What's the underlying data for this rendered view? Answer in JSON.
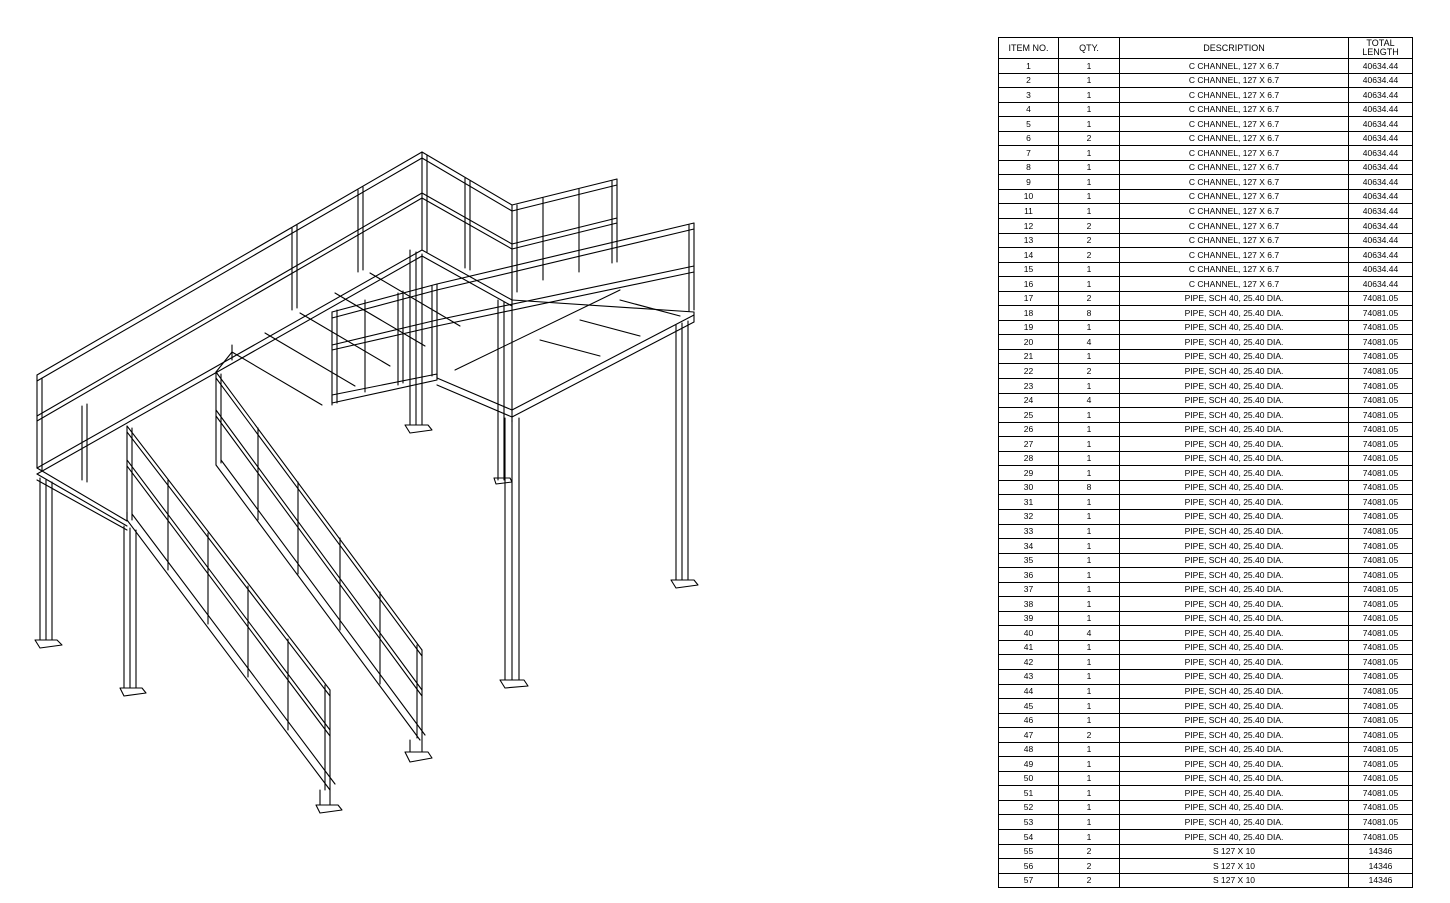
{
  "bom": {
    "headers": {
      "item_no": "ITEM NO.",
      "qty": "QTY.",
      "description": "DESCRIPTION",
      "total_length": "TOTAL LENGTH"
    },
    "rows": [
      [
        "1",
        "1",
        "C CHANNEL, 127 X 6.7",
        "40634.44"
      ],
      [
        "2",
        "1",
        "C CHANNEL, 127 X 6.7",
        "40634.44"
      ],
      [
        "3",
        "1",
        "C CHANNEL, 127 X 6.7",
        "40634.44"
      ],
      [
        "4",
        "1",
        "C CHANNEL, 127 X 6.7",
        "40634.44"
      ],
      [
        "5",
        "1",
        "C CHANNEL, 127 X 6.7",
        "40634.44"
      ],
      [
        "6",
        "2",
        "C CHANNEL, 127 X 6.7",
        "40634.44"
      ],
      [
        "7",
        "1",
        "C CHANNEL, 127 X 6.7",
        "40634.44"
      ],
      [
        "8",
        "1",
        "C CHANNEL, 127 X 6.7",
        "40634.44"
      ],
      [
        "9",
        "1",
        "C CHANNEL, 127 X 6.7",
        "40634.44"
      ],
      [
        "10",
        "1",
        "C CHANNEL, 127 X 6.7",
        "40634.44"
      ],
      [
        "11",
        "1",
        "C CHANNEL, 127 X 6.7",
        "40634.44"
      ],
      [
        "12",
        "2",
        "C CHANNEL, 127 X 6.7",
        "40634.44"
      ],
      [
        "13",
        "2",
        "C CHANNEL, 127 X 6.7",
        "40634.44"
      ],
      [
        "14",
        "2",
        "C CHANNEL, 127 X 6.7",
        "40634.44"
      ],
      [
        "15",
        "1",
        "C CHANNEL, 127 X 6.7",
        "40634.44"
      ],
      [
        "16",
        "1",
        "C CHANNEL, 127 X 6.7",
        "40634.44"
      ],
      [
        "17",
        "2",
        "PIPE, SCH 40, 25.40 DIA.",
        "74081.05"
      ],
      [
        "18",
        "8",
        "PIPE, SCH 40, 25.40 DIA.",
        "74081.05"
      ],
      [
        "19",
        "1",
        "PIPE, SCH 40, 25.40 DIA.",
        "74081.05"
      ],
      [
        "20",
        "4",
        "PIPE, SCH 40, 25.40 DIA.",
        "74081.05"
      ],
      [
        "21",
        "1",
        "PIPE, SCH 40, 25.40 DIA.",
        "74081.05"
      ],
      [
        "22",
        "2",
        "PIPE, SCH 40, 25.40 DIA.",
        "74081.05"
      ],
      [
        "23",
        "1",
        "PIPE, SCH 40, 25.40 DIA.",
        "74081.05"
      ],
      [
        "24",
        "4",
        "PIPE, SCH 40, 25.40 DIA.",
        "74081.05"
      ],
      [
        "25",
        "1",
        "PIPE, SCH 40, 25.40 DIA.",
        "74081.05"
      ],
      [
        "26",
        "1",
        "PIPE, SCH 40, 25.40 DIA.",
        "74081.05"
      ],
      [
        "27",
        "1",
        "PIPE, SCH 40, 25.40 DIA.",
        "74081.05"
      ],
      [
        "28",
        "1",
        "PIPE, SCH 40, 25.40 DIA.",
        "74081.05"
      ],
      [
        "29",
        "1",
        "PIPE, SCH 40, 25.40 DIA.",
        "74081.05"
      ],
      [
        "30",
        "8",
        "PIPE, SCH 40, 25.40 DIA.",
        "74081.05"
      ],
      [
        "31",
        "1",
        "PIPE, SCH 40, 25.40 DIA.",
        "74081.05"
      ],
      [
        "32",
        "1",
        "PIPE, SCH 40, 25.40 DIA.",
        "74081.05"
      ],
      [
        "33",
        "1",
        "PIPE, SCH 40, 25.40 DIA.",
        "74081.05"
      ],
      [
        "34",
        "1",
        "PIPE, SCH 40, 25.40 DIA.",
        "74081.05"
      ],
      [
        "35",
        "1",
        "PIPE, SCH 40, 25.40 DIA.",
        "74081.05"
      ],
      [
        "36",
        "1",
        "PIPE, SCH 40, 25.40 DIA.",
        "74081.05"
      ],
      [
        "37",
        "1",
        "PIPE, SCH 40, 25.40 DIA.",
        "74081.05"
      ],
      [
        "38",
        "1",
        "PIPE, SCH 40, 25.40 DIA.",
        "74081.05"
      ],
      [
        "39",
        "1",
        "PIPE, SCH 40, 25.40 DIA.",
        "74081.05"
      ],
      [
        "40",
        "4",
        "PIPE, SCH 40, 25.40 DIA.",
        "74081.05"
      ],
      [
        "41",
        "1",
        "PIPE, SCH 40, 25.40 DIA.",
        "74081.05"
      ],
      [
        "42",
        "1",
        "PIPE, SCH 40, 25.40 DIA.",
        "74081.05"
      ],
      [
        "43",
        "1",
        "PIPE, SCH 40, 25.40 DIA.",
        "74081.05"
      ],
      [
        "44",
        "1",
        "PIPE, SCH 40, 25.40 DIA.",
        "74081.05"
      ],
      [
        "45",
        "1",
        "PIPE, SCH 40, 25.40 DIA.",
        "74081.05"
      ],
      [
        "46",
        "1",
        "PIPE, SCH 40, 25.40 DIA.",
        "74081.05"
      ],
      [
        "47",
        "2",
        "PIPE, SCH 40, 25.40 DIA.",
        "74081.05"
      ],
      [
        "48",
        "1",
        "PIPE, SCH 40, 25.40 DIA.",
        "74081.05"
      ],
      [
        "49",
        "1",
        "PIPE, SCH 40, 25.40 DIA.",
        "74081.05"
      ],
      [
        "50",
        "1",
        "PIPE, SCH 40, 25.40 DIA.",
        "74081.05"
      ],
      [
        "51",
        "1",
        "PIPE, SCH 40, 25.40 DIA.",
        "74081.05"
      ],
      [
        "52",
        "1",
        "PIPE, SCH 40, 25.40 DIA.",
        "74081.05"
      ],
      [
        "53",
        "1",
        "PIPE, SCH 40, 25.40 DIA.",
        "74081.05"
      ],
      [
        "54",
        "1",
        "PIPE, SCH 40, 25.40 DIA.",
        "74081.05"
      ],
      [
        "55",
        "2",
        "S 127 X 10",
        "14346"
      ],
      [
        "56",
        "2",
        "S 127 X 10",
        "14346"
      ],
      [
        "57",
        "2",
        "S 127 X 10",
        "14346"
      ]
    ]
  },
  "colors": {
    "line": "#000000",
    "background": "#ffffff"
  }
}
